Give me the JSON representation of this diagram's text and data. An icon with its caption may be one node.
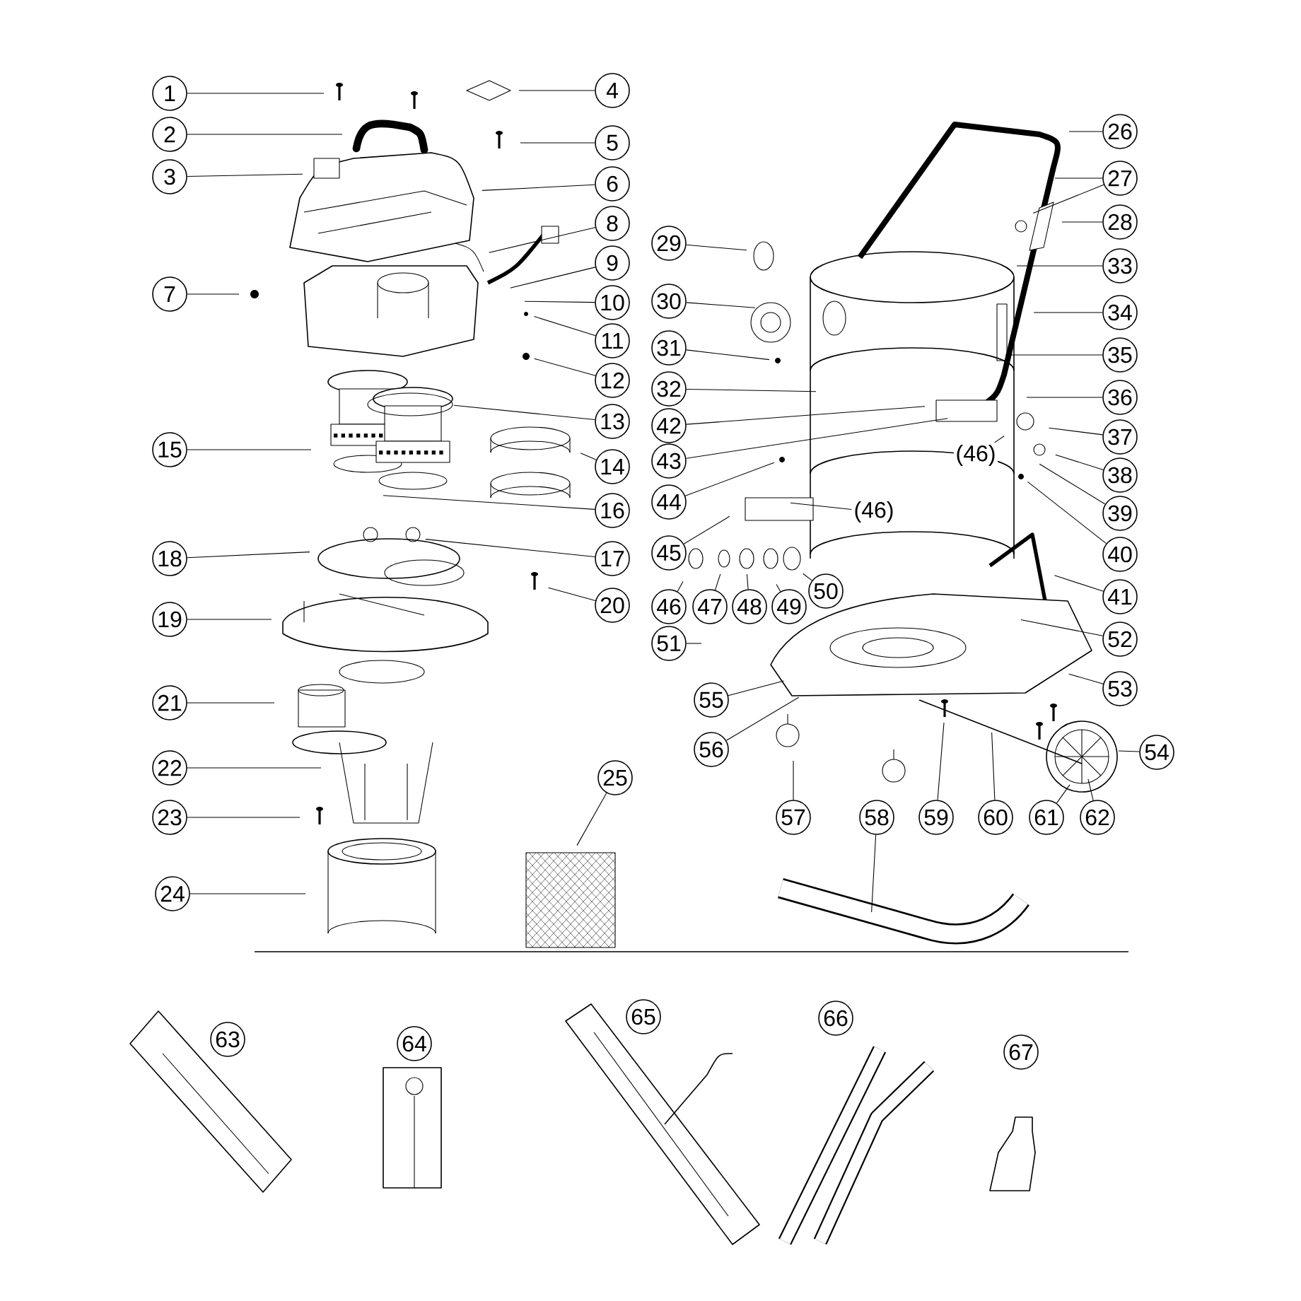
{
  "diagram": {
    "nodes": [
      {
        "text": [
          "1"
        ]
      },
      {
        "text": [
          "2"
        ]
      },
      {
        "text": [
          "3"
        ]
      },
      {
        "text": [
          "4"
        ]
      },
      {
        "text": [
          "5"
        ]
      },
      {
        "text": [
          "6"
        ]
      },
      {
        "text": [
          "7"
        ]
      },
      {
        "text": [
          "8"
        ]
      },
      {
        "text": [
          "9"
        ]
      },
      {
        "text": [
          "10"
        ]
      },
      {
        "text": [
          "11"
        ]
      },
      {
        "text": [
          "12"
        ]
      },
      {
        "text": [
          "13"
        ]
      },
      {
        "text": [
          "14"
        ]
      },
      {
        "text": [
          "15"
        ]
      },
      {
        "text": [
          "16"
        ]
      },
      {
        "text": [
          "17"
        ]
      },
      {
        "text": [
          "18"
        ]
      },
      {
        "text": [
          "19"
        ]
      },
      {
        "text": [
          "20"
        ]
      },
      {
        "text": [
          "21"
        ]
      },
      {
        "text": [
          "22"
        ]
      },
      {
        "text": [
          "23"
        ]
      },
      {
        "text": [
          "24"
        ]
      },
      {
        "text": [
          "25"
        ]
      },
      {
        "text": [
          "26"
        ]
      },
      {
        "text": [
          "27"
        ]
      },
      {
        "text": [
          "28"
        ]
      },
      {
        "text": [
          "29"
        ]
      },
      {
        "text": [
          "30"
        ]
      },
      {
        "text": [
          "31"
        ]
      },
      {
        "text": [
          "32"
        ]
      },
      {
        "text": [
          "33"
        ]
      },
      {
        "text": [
          "34"
        ]
      },
      {
        "text": [
          "35"
        ]
      },
      {
        "text": [
          "36"
        ]
      },
      {
        "text": [
          "37"
        ]
      },
      {
        "text": [
          "38"
        ]
      },
      {
        "text": [
          "39"
        ]
      },
      {
        "text": [
          "40"
        ]
      },
      {
        "text": [
          "41"
        ]
      },
      {
        "text": [
          "42"
        ]
      },
      {
        "text": [
          "43"
        ]
      },
      {
        "text": [
          "44"
        ]
      },
      {
        "text": [
          "45"
        ]
      },
      {
        "text": [
          "46"
        ]
      },
      {
        "text": [
          "47"
        ]
      },
      {
        "text": [
          "48"
        ]
      },
      {
        "text": [
          "49"
        ]
      },
      {
        "text": [
          "50"
        ]
      },
      {
        "text": [
          "51"
        ]
      },
      {
        "text": [
          "52"
        ]
      },
      {
        "text": [
          "53"
        ]
      },
      {
        "text": [
          "54"
        ]
      },
      {
        "text": [
          "55"
        ]
      },
      {
        "text": [
          "56"
        ]
      },
      {
        "text": [
          "57"
        ]
      },
      {
        "text": [
          "58"
        ]
      },
      {
        "text": [
          "59"
        ]
      },
      {
        "text": [
          "60"
        ]
      },
      {
        "text": [
          "61"
        ]
      },
      {
        "text": [
          "62"
        ]
      },
      {
        "text": [
          "63"
        ]
      },
      {
        "text": [
          "64"
        ]
      },
      {
        "text": [
          "65"
        ]
      },
      {
        "text": [
          "66"
        ]
      },
      {
        "text": [
          "67"
        ]
      },
      {
        "text": [
          "(46)"
        ]
      },
      {
        "text": [
          "(46)"
        ]
      }
    ],
    "edges": [
      {
        "from": 0,
        "to": null,
        "arrow": "none"
      },
      {
        "from": 1,
        "to": null,
        "arrow": "none"
      },
      {
        "from": 2,
        "to": null,
        "arrow": "none"
      },
      {
        "from": 3,
        "to": null,
        "arrow": "none"
      },
      {
        "from": 4,
        "to": null,
        "arrow": "none"
      },
      {
        "from": 5,
        "to": null,
        "arrow": "none"
      },
      {
        "from": 6,
        "to": null,
        "arrow": "none"
      },
      {
        "from": 7,
        "to": null,
        "arrow": "none"
      },
      {
        "from": 8,
        "to": null,
        "arrow": "none"
      },
      {
        "from": 9,
        "to": null,
        "arrow": "none"
      },
      {
        "from": 10,
        "to": null,
        "arrow": "none"
      },
      {
        "from": 11,
        "to": null,
        "arrow": "none"
      },
      {
        "from": 12,
        "to": null,
        "arrow": "none"
      },
      {
        "from": 13,
        "to": null,
        "arrow": "none"
      },
      {
        "from": 14,
        "to": null,
        "arrow": "none"
      },
      {
        "from": 15,
        "to": null,
        "arrow": "none"
      },
      {
        "from": 16,
        "to": null,
        "arrow": "none"
      },
      {
        "from": 17,
        "to": null,
        "arrow": "none"
      },
      {
        "from": 18,
        "to": null,
        "arrow": "none"
      },
      {
        "from": 19,
        "to": null,
        "arrow": "none"
      },
      {
        "from": 20,
        "to": null,
        "arrow": "none"
      },
      {
        "from": 21,
        "to": null,
        "arrow": "none"
      },
      {
        "from": 22,
        "to": null,
        "arrow": "none"
      },
      {
        "from": 23,
        "to": null,
        "arrow": "none"
      },
      {
        "from": 24,
        "to": null,
        "arrow": "none"
      },
      {
        "from": 25,
        "to": null,
        "arrow": "none"
      },
      {
        "from": 26,
        "to": null,
        "arrow": "none"
      },
      {
        "from": 26,
        "to": null,
        "arrow": "none"
      },
      {
        "from": 27,
        "to": null,
        "arrow": "none"
      },
      {
        "from": 28,
        "to": null,
        "arrow": "none"
      },
      {
        "from": 29,
        "to": null,
        "arrow": "none"
      },
      {
        "from": 30,
        "to": null,
        "arrow": "none"
      },
      {
        "from": 31,
        "to": null,
        "arrow": "none"
      },
      {
        "from": 32,
        "to": null,
        "arrow": "none"
      },
      {
        "from": 33,
        "to": null,
        "arrow": "none"
      },
      {
        "from": 34,
        "to": null,
        "arrow": "none"
      },
      {
        "from": 35,
        "to": null,
        "arrow": "none"
      },
      {
        "from": 36,
        "to": null,
        "arrow": "none"
      },
      {
        "from": 37,
        "to": null,
        "arrow": "none"
      },
      {
        "from": 38,
        "to": null,
        "arrow": "none"
      },
      {
        "from": 39,
        "to": null,
        "arrow": "none"
      },
      {
        "from": 40,
        "to": null,
        "arrow": "none"
      },
      {
        "from": 41,
        "to": null,
        "arrow": "none"
      },
      {
        "from": 42,
        "to": null,
        "arrow": "none"
      },
      {
        "from": 43,
        "to": null,
        "arrow": "none"
      },
      {
        "from": 44,
        "to": null,
        "arrow": "none"
      },
      {
        "from": 45,
        "to": null,
        "arrow": "none"
      },
      {
        "from": 46,
        "to": null,
        "arrow": "none"
      },
      {
        "from": 47,
        "to": null,
        "arrow": "none"
      },
      {
        "from": 48,
        "to": null,
        "arrow": "none"
      },
      {
        "from": 49,
        "to": null,
        "arrow": "none"
      },
      {
        "from": 50,
        "to": null,
        "arrow": "none"
      },
      {
        "from": 51,
        "to": null,
        "arrow": "none"
      },
      {
        "from": 52,
        "to": null,
        "arrow": "none"
      },
      {
        "from": 53,
        "to": null,
        "arrow": "none"
      },
      {
        "from": 54,
        "to": null,
        "arrow": "none"
      },
      {
        "from": 55,
        "to": null,
        "arrow": "none"
      },
      {
        "from": 56,
        "to": null,
        "arrow": "none"
      },
      {
        "from": 57,
        "to": null,
        "arrow": "none"
      },
      {
        "from": 58,
        "to": null,
        "arrow": "none"
      },
      {
        "from": 59,
        "to": null,
        "arrow": "none"
      },
      {
        "from": 60,
        "to": null,
        "arrow": "none"
      },
      {
        "from": 61,
        "to": null,
        "arrow": "none"
      },
      {
        "from": 67,
        "to": null,
        "arrow": "none"
      },
      {
        "from": 68,
        "to": null,
        "arrow": "none"
      }
    ]
  }
}
